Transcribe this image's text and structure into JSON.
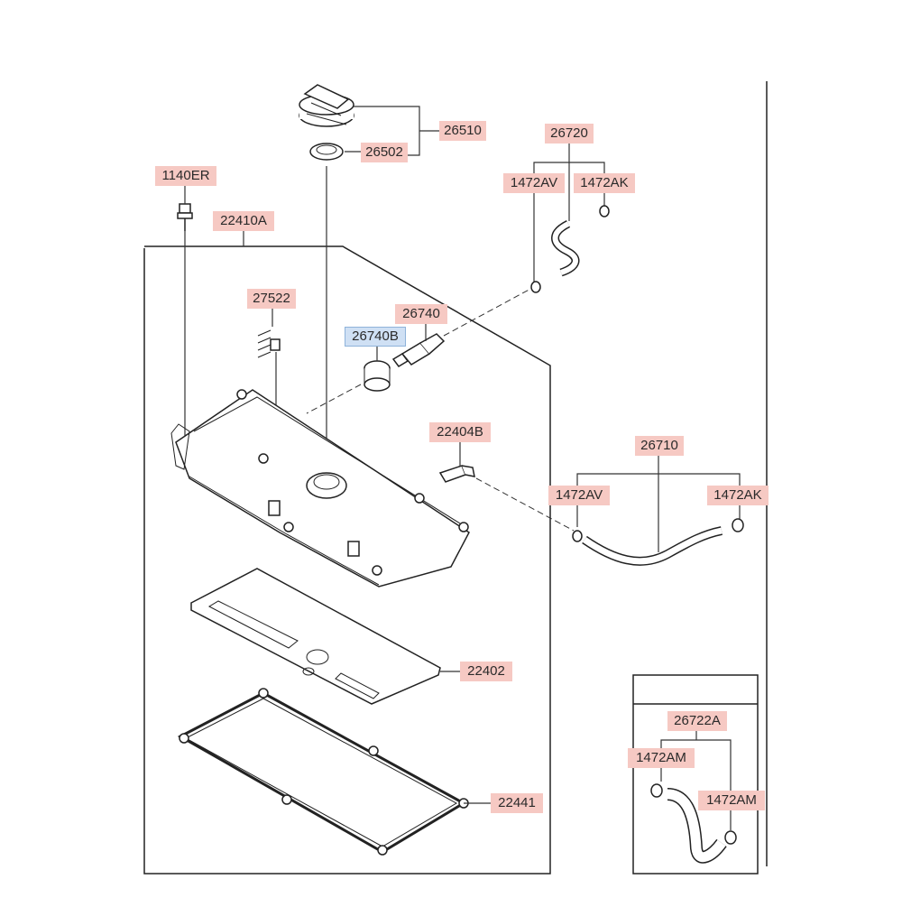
{
  "parts": {
    "oil_filler_cap_assy": "26510",
    "cap_gasket": "26502",
    "bolt": "1140ER",
    "rocker_cover_assy": "22410A",
    "gasket_27522": "27522",
    "pcv_grommet": "26740B",
    "pcv_valve": "26740",
    "hose_26720": "26720",
    "clamp_1472av_top": "1472AV",
    "clamp_1472ak_top": "1472AK",
    "nipple": "22404B",
    "hose_26710": "26710",
    "clamp_1472av_mid": "1472AV",
    "clamp_1472ak_mid": "1472AK",
    "baffle_plate": "22402",
    "cover_gasket": "22441",
    "hose_26722a": "26722A",
    "clamp_1472am_left": "1472AM",
    "clamp_1472am_right": "1472AM"
  },
  "selected_part": "26740B"
}
